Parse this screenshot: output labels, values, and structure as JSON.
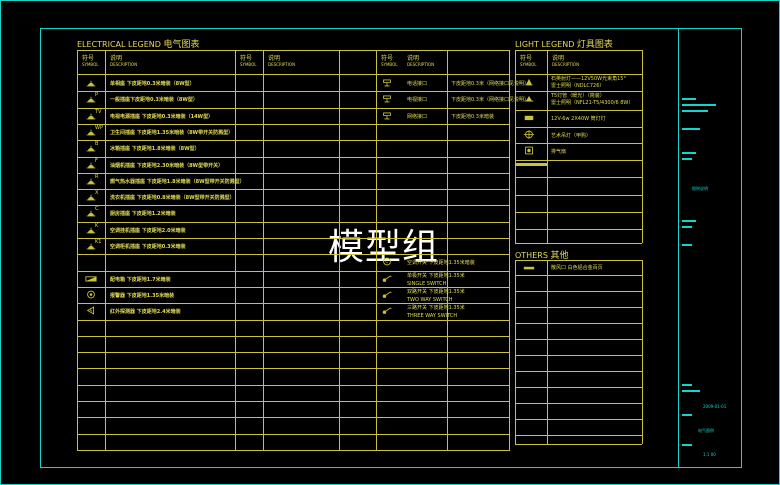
{
  "watermark": "模型组",
  "electrical": {
    "title_en": "ELECTRICAL   LEGEND",
    "title_cn": "电气图表",
    "hdr_symbol_cn": "符号",
    "hdr_symbol_en": "SYMBOL",
    "hdr_desc_cn": "说明",
    "hdr_desc_en": "DESCRIPTION",
    "col1": [
      {
        "label": "",
        "desc": "单相座  下皮距地0.3米暗装（8W型）",
        "icon": "socket-icon"
      },
      {
        "label": "P",
        "desc": "一般插座下皮距地0.3米暗装（8W型）",
        "icon": "socket-icon"
      },
      {
        "label": "TV",
        "desc": "电视电源插座 下皮距地0.3米暗装（14W型）",
        "icon": "socket-icon"
      },
      {
        "label": "WP",
        "desc": "卫生间插座  下皮距地1.35米暗装（8W带开关防溅型）",
        "icon": "socket-icon"
      },
      {
        "label": "B",
        "desc": "冰箱插座  下皮距地1.8米暗装（8W型）",
        "icon": "socket-icon"
      },
      {
        "label": "F",
        "desc": "油烟机插座  下皮距地2.30米暗装（8W型带开关）",
        "icon": "socket-icon"
      },
      {
        "label": "R",
        "desc": "燃气热水器插座  下皮距地1.8米暗装（8W型带开关防溅型）",
        "icon": "socket-icon"
      },
      {
        "label": "X",
        "desc": "洗衣机插座  下皮距地0.8米暗装（8W型带开关防溅型）",
        "icon": "socket-icon"
      },
      {
        "label": "C",
        "desc": "厨房插座  下皮距地1.2米暗装",
        "icon": "socket-icon"
      },
      {
        "label": "K",
        "desc": "空调挂机插座  下皮距地2.0米暗装",
        "icon": "socket-icon"
      },
      {
        "label": "K1",
        "desc": "空调柜机插座  下皮距地0.3米暗装",
        "icon": "socket-icon"
      },
      {
        "label": "",
        "desc": "",
        "icon": ""
      },
      {
        "label": "",
        "desc": "配电箱          下皮距地1.7米暗装",
        "icon": "panel-box-icon"
      },
      {
        "label": "",
        "desc": "报警器          下皮距地1.35米暗装",
        "icon": "alarm-icon"
      },
      {
        "label": "",
        "desc": "红外探测器      下皮距地2.4米暗装",
        "icon": "infrared-detector-icon"
      }
    ],
    "col3": [
      {
        "desc": "电话接口",
        "note": "下皮距地0.3米（网络接口见说明）",
        "icon": "phone-jack-icon"
      },
      {
        "desc": "电视接口",
        "note": "下皮距地0.3米（网络接口见说明）",
        "icon": "tv-jack-icon"
      },
      {
        "desc": "网络接口",
        "note": "下皮距地0.3米暗装",
        "icon": "network-jack-icon"
      },
      {
        "desc": "",
        "note": "",
        "icon": ""
      },
      {
        "desc": "",
        "note": "",
        "icon": ""
      },
      {
        "desc": "",
        "note": "",
        "icon": ""
      },
      {
        "desc": "",
        "note": "",
        "icon": ""
      },
      {
        "desc": "",
        "note": "",
        "icon": ""
      },
      {
        "desc": "",
        "note": "",
        "icon": ""
      },
      {
        "desc": "",
        "note": "",
        "icon": ""
      },
      {
        "desc": "",
        "note": "",
        "icon": ""
      },
      {
        "desc": "空调开关   下皮距地1.35米暗装",
        "note": "",
        "icon": "ac-switch-icon"
      },
      {
        "desc": "单极开关     下皮距地1.35米",
        "sub": "SINGLE    SWITCH",
        "icon": "single-switch-icon"
      },
      {
        "desc": "双路开关     下皮距地1.35米",
        "sub": "TWO   WAY   SWITCH",
        "icon": "two-way-switch-icon"
      },
      {
        "desc": "三路开关     下皮距地1.35米",
        "sub": "THREE   WAY   SWITCH",
        "icon": "three-way-switch-icon"
      }
    ]
  },
  "lighting": {
    "title_en": "LIGHT   LEGEND",
    "title_cn": "灯具图表",
    "hdr_symbol_cn": "符号",
    "hdr_symbol_en": "SYMBOL",
    "hdr_desc_cn": "说明",
    "hdr_desc_en": "DESCRIPTION",
    "rows": [
      {
        "desc": "石英射灯——12V50W光束角15°",
        "desc2": "雷士照明（NDLC726）",
        "icon": "spotlight-icon"
      },
      {
        "desc": "T5灯管（暖光）（简装）",
        "desc2": "雷士照明（NFL21-T5/4300/6 8W）",
        "icon": "tube-light-icon"
      },
      {
        "desc": "12V-6w 2X40W 筒灯灯",
        "desc2": "",
        "icon": "downlight-icon"
      },
      {
        "desc": "艺术吊灯（甲购）",
        "desc2": "",
        "icon": "chandelier-icon"
      },
      {
        "desc": "排气扇",
        "desc2": "",
        "icon": "exhaust-fan-icon"
      }
    ]
  },
  "others": {
    "title_en": "OTHERS",
    "title_cn": "其他",
    "rows": [
      {
        "desc": "散风口  白色铝合金百页",
        "icon": "vent-icon"
      }
    ]
  },
  "title_block": {
    "sheet_name": "图例说明",
    "drawing_name": "电气图例",
    "date": "2009-01-01",
    "scale": "1:1 00"
  }
}
